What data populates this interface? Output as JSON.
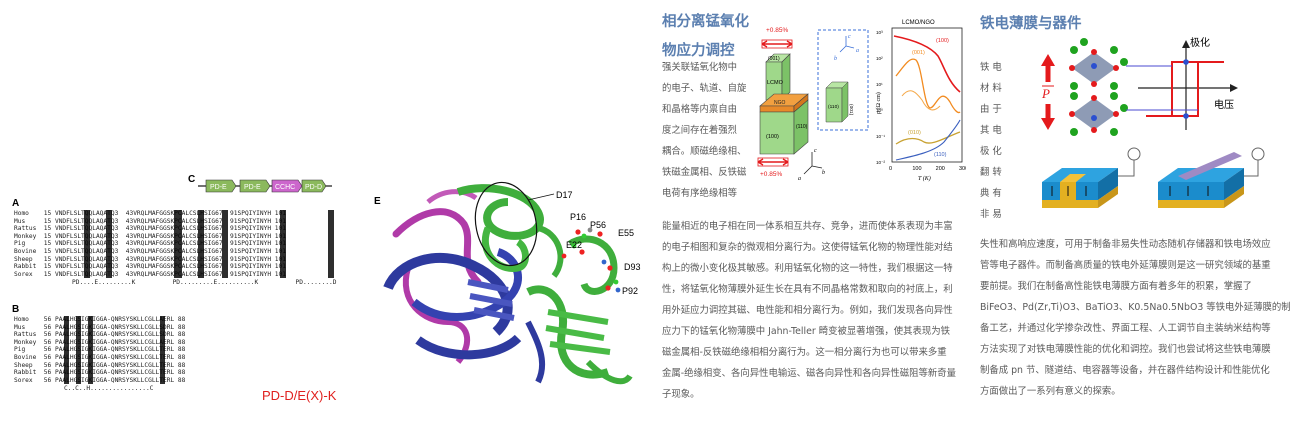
{
  "panelC": {
    "letter": "C",
    "domains": [
      "PD-E",
      "PD-E",
      "CCHC",
      "PD-D"
    ],
    "colors": {
      "pd": "#8bb95d",
      "cchc": "#cc66cc"
    }
  },
  "panelA": {
    "letter": "A",
    "rows": [
      {
        "species": "Homo",
        "start": "15",
        "end": "101"
      },
      {
        "species": "Mus",
        "start": "15",
        "end": "101"
      },
      {
        "species": "Rattus",
        "start": "15",
        "end": "101"
      },
      {
        "species": "Monkey",
        "start": "15",
        "end": "101"
      },
      {
        "species": "Pig",
        "start": "15",
        "end": "101"
      },
      {
        "species": "Bovine",
        "start": "15",
        "end": "101"
      },
      {
        "species": "Sheep",
        "start": "15",
        "end": "101"
      },
      {
        "species": "Rabbit",
        "start": "15",
        "end": "101"
      },
      {
        "species": "Sorex",
        "start": "15",
        "end": "101"
      }
    ],
    "segments": [
      "VNDFLSLTQQLAQATQ3",
      "43VRQLMAFGGSKPCALCSLHSIG67",
      "91SPQIYINYH"
    ],
    "consensus": "PD....E.........K          PD.........E..........K          PD........D"
  },
  "panelB": {
    "letter": "B",
    "rows": [
      {
        "species": "Homo",
        "start": "56",
        "seq": "PAALHGSIGKIGGA-QNRSYSKLLCGLLAERL",
        "end": "88"
      },
      {
        "species": "Mus",
        "start": "56",
        "seq": "PAALHGSIGKIGGA-QNRSYSKLLCGLLSDRL",
        "end": "88"
      },
      {
        "species": "Rattus",
        "start": "56",
        "seq": "PAALHGSIGKIGGA-QNRSYSKLLCGLLSDRL",
        "end": "88"
      },
      {
        "species": "Monkey",
        "start": "56",
        "seq": "PAALHGSIGKIGGA-QNRSYSKLLCGLLAERL",
        "end": "88"
      },
      {
        "species": "Pig",
        "start": "56",
        "seq": "PAALHGSIGKIGGA-QNRSYSKLLCGLLTERL",
        "end": "88"
      },
      {
        "species": "Bovine",
        "start": "56",
        "seq": "PAALHGSIGKIGGA-QNRSYSKLLCGLLTERL",
        "end": "88"
      },
      {
        "species": "Sheep",
        "start": "56",
        "seq": "PAALHGSIGKIGGA-QNRSYSKLLCGLLTERL",
        "end": "88"
      },
      {
        "species": "Rabbit",
        "start": "56",
        "seq": "PAALHGSIGKIGGA-QNRSYSKLLCGLLTERL",
        "end": "88"
      },
      {
        "species": "Sorex",
        "start": "56",
        "seq": "PAALHGSIGKIGGA-QNRSYSKLLCGLLTERL",
        "end": "88"
      }
    ],
    "consensus": "C..C..H................C",
    "motif": "PD-D/E(X)-K",
    "motif_color": "#e0201e"
  },
  "panelE": {
    "letter": "E",
    "residues": [
      "D17",
      "P16",
      "P56",
      "E55",
      "E22",
      "D93",
      "P92"
    ]
  },
  "middle": {
    "title_line1": "相分离锰氧化",
    "title_line2": "物应力调控",
    "wrapped_lines": [
      "强关联锰氧化物中",
      "的电子、轨道、自旋",
      "和晶格等内禀自由",
      "度之间存在着强烈",
      "耦合。顺磁绝缘相、",
      "铁磁金属相、反铁磁",
      "电荷有序绝缘相等"
    ],
    "full_lines": [
      "能量相近的电子相在同一体系相互共存、竞争，进而使体系表现为丰富",
      "的电子相图和复杂的微观相分离行为。这使得锰氧化物的物理性能对结",
      "构上的微小变化极其敏感。利用锰氧化物的这一特性，我们根据这一特",
      "性，将锰氧化物薄膜外延生长在具有不同晶格常数和取向的衬底上，利",
      "用外延应力调控其磁、电性能和相分离行为。例如，我们发现各向异性",
      "应力下的锰氧化物薄膜中 Jahn-Teller 畸变被显著增强，使其表现为铁",
      "磁金属相-反铁磁绝缘相相分离行为。这一相分离行为也可以带来多重",
      "金属-绝缘相变、各向异性电输运、磁各向异性和各向异性磁阻等新奇量",
      "子现象。"
    ],
    "diagram": {
      "strain_top": "+0.85%",
      "strain_bottom": "+0.85%",
      "faces": [
        "(001)",
        "LCMO",
        "(100)",
        "(110)",
        "NGO",
        "(001)",
        "(110)"
      ],
      "axes": [
        "c",
        "b",
        "a",
        "c",
        "b",
        "a"
      ]
    },
    "plot": {
      "title": "LCMO/NGO",
      "ylabel": "ρ (Ω cm)",
      "xlabel": "T (K)",
      "yticks": [
        "10³",
        "10²",
        "10¹",
        "10⁰",
        "10⁻¹",
        "10⁻²"
      ],
      "xticks": [
        "0",
        "100",
        "200",
        "300"
      ],
      "curves": [
        {
          "label": "(100)",
          "color": "#e41a1c"
        },
        {
          "label": "(001)",
          "color": "#f28b20"
        },
        {
          "label": "(010)",
          "color": "#c8a232"
        },
        {
          "label": "(110)",
          "color": "#3a5fbf"
        }
      ]
    }
  },
  "right": {
    "title": "铁电薄膜与器件",
    "wrapped_lines": [
      "铁  电",
      "材  料",
      "由  于",
      "其  电",
      "极  化",
      "翻  转",
      "典  有",
      "非  易"
    ],
    "full_lines": [
      "失性和高响应速度，可用于制备非易失性动态随机存储器和铁电场效应",
      "管等电子器件。而制备高质量的铁电外延薄膜则是这一研究领域的基重",
      "要前提。我们在制备高性能铁电薄膜方面有着多年的积累，掌握了",
      "BiFeO3、Pd(Zr,Ti)O3、BaTiO3、K0.5Na0.5NbO3 等铁电外延薄膜的制",
      "备工艺，并通过化学掺杂改性、界面工程、人工调节自主装纳米结构等",
      "方法实现了对铁电薄膜性能的优化和调控。我们也尝试将这些铁电薄膜",
      "制备成 pn 节、隧道结、电容器等设备，并在器件结构设计和性能优化",
      "方面做出了一系列有意义的探索。"
    ],
    "labels": {
      "polarization": "极化",
      "voltage": "电压",
      "p_symbol": "P"
    }
  },
  "colors": {
    "accent_blue": "#5b7fb0",
    "ribbon_blue": "#2e3a9e",
    "ribbon_green": "#3fae3c",
    "ribbon_magenta": "#b03aa8",
    "crystal_green": "#9fd88a",
    "crystal_orange": "#e88a2a"
  }
}
